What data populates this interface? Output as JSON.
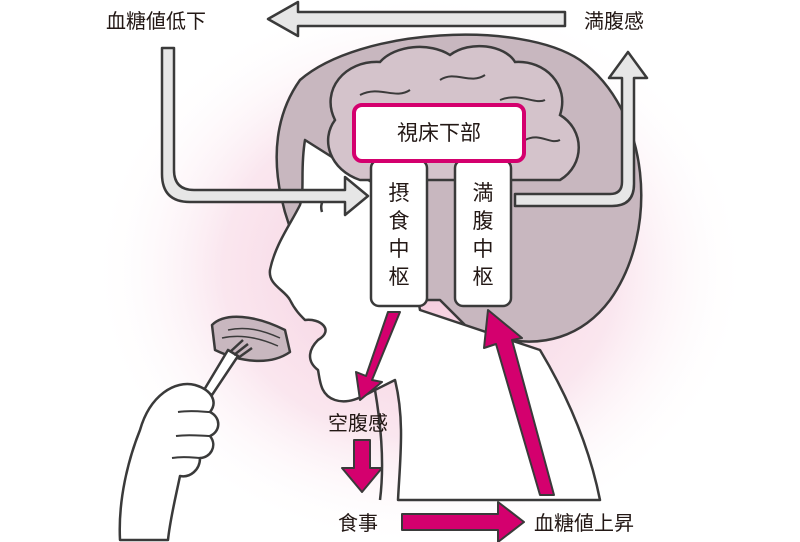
{
  "labels": {
    "blood_sugar_down": "血糖値低下",
    "satiety_top": "満腹感",
    "hypothalamus": "視床下部",
    "feeding_center": [
      "摂",
      "食",
      "中",
      "枢"
    ],
    "satiety_center": [
      "満",
      "腹",
      "中",
      "枢"
    ],
    "hunger": "空腹感",
    "meal": "食事",
    "blood_sugar_up": "血糖値上昇"
  },
  "colors": {
    "accent": "#d4006e",
    "arrow_gray": "#e6e6e6",
    "outline": "#3a3a3a",
    "head": "#c8b7bf",
    "brain": "#d4c3cb",
    "glow": "#f3c4d8"
  }
}
